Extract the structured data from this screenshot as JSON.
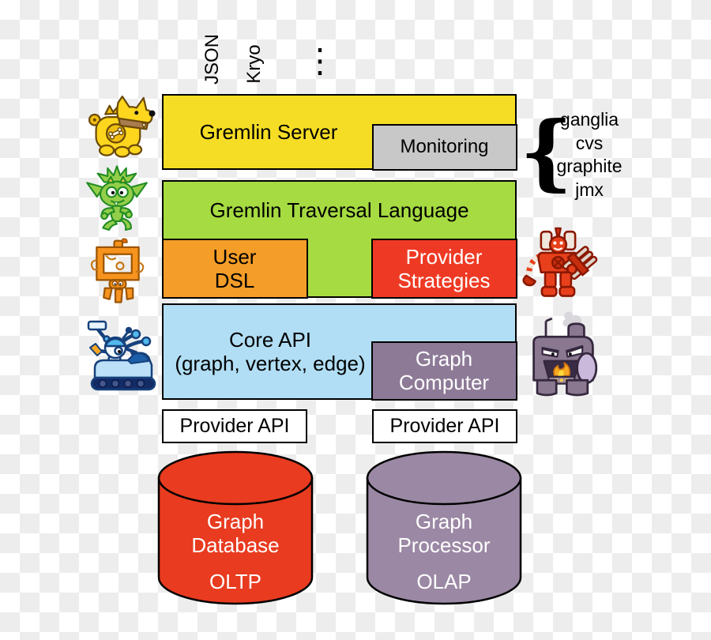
{
  "serializers": {
    "json": "JSON",
    "kryo": "Kryo",
    "more": "⋮"
  },
  "layers": {
    "gremlin_server": {
      "label": "Gremlin Server",
      "color": "#F6DD25"
    },
    "monitoring": {
      "label": "Monitoring",
      "color": "#C8C8C8"
    },
    "monitoring_tools": {
      "brace": "{",
      "items": [
        "ganglia",
        "cvs",
        "graphite",
        "jmx"
      ]
    },
    "gtl": {
      "label": "Gremlin Traversal Language",
      "color": "#A6DB41"
    },
    "user_dsl": {
      "line1": "User",
      "line2": "DSL",
      "color": "#F49D28"
    },
    "provider_strategies": {
      "line1": "Provider",
      "line2": "Strategies",
      "color": "#EE3A24",
      "text_color": "#FFFFFF"
    },
    "core_api": {
      "line1": "Core API",
      "line2": "(graph, vertex, edge)",
      "color": "#B1DEF4"
    },
    "graph_computer": {
      "line1": "Graph",
      "line2": "Computer",
      "color": "#8D7A97",
      "text_color": "#FFFFFF"
    },
    "provider_api_left": {
      "label": "Provider API"
    },
    "provider_api_right": {
      "label": "Provider API"
    }
  },
  "storage": {
    "graph_database": {
      "line1": "Graph",
      "line2": "Database",
      "mode": "OLTP",
      "color": "#E83B1F",
      "text_color": "#FFFFFF"
    },
    "graph_processor": {
      "line1": "Graph",
      "line2": "Processor",
      "mode": "OLAP",
      "color": "#9B88A4",
      "text_color": "#FFFFFF"
    }
  },
  "mascots": {
    "left": [
      "gremlin-dog",
      "gremlin-creature",
      "picture-frame-robot",
      "tank-robot"
    ],
    "right": [
      "gatling-gun-robot",
      "furnace-robot"
    ]
  }
}
